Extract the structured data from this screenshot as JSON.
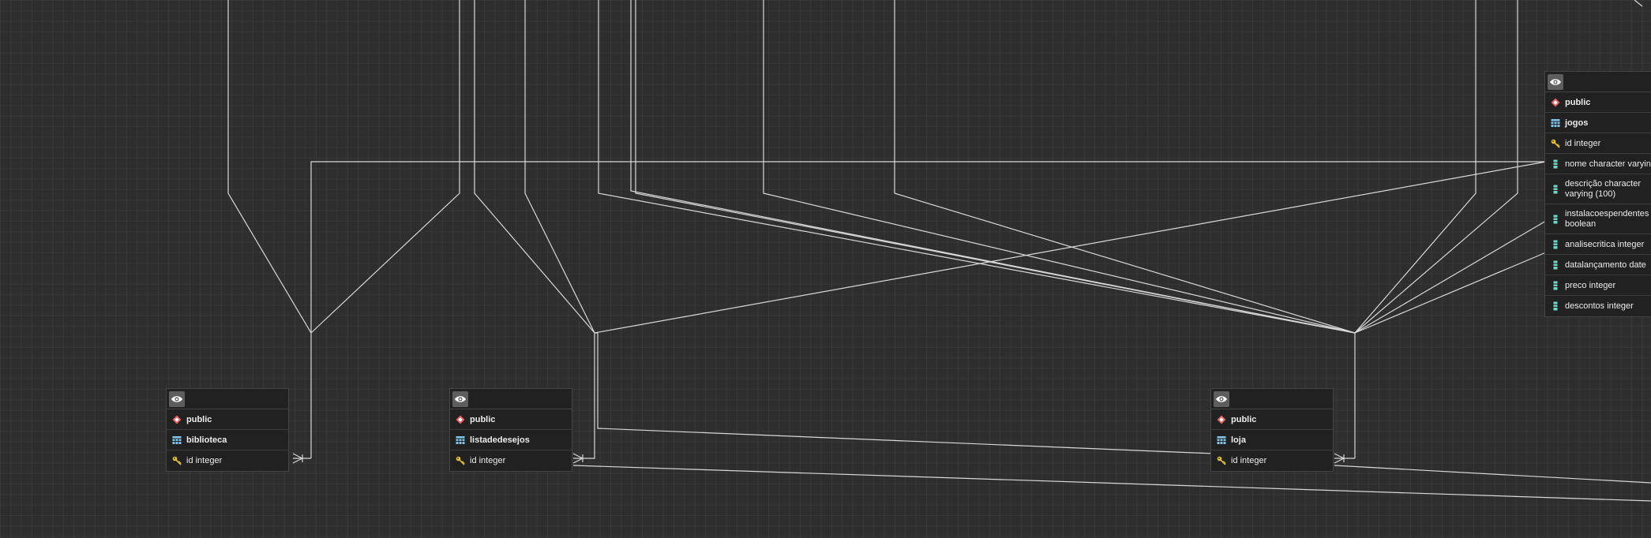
{
  "nodes": {
    "biblioteca": {
      "schema": "public",
      "table": "biblioteca",
      "columns": [
        "id integer"
      ]
    },
    "listadedesejos": {
      "schema": "public",
      "table": "listadedesejos",
      "columns": [
        "id integer"
      ]
    },
    "loja": {
      "schema": "public",
      "table": "loja",
      "columns": [
        "id integer"
      ]
    },
    "jogos": {
      "schema": "public",
      "table": "jogos",
      "columns": [
        "id integer",
        "nome character varying(",
        "descrição character varying (100)",
        "instalacoespendentes boolean",
        "analisecritica integer",
        "datalançamento date",
        "preco integer",
        "descontos integer"
      ]
    }
  },
  "colors": {
    "background": "#2e2e2e",
    "node_bg": "#212121",
    "edge": "#d8d8d8",
    "schema_icon": "#e45f5f",
    "table_icon": "#7ec4ec",
    "key_icon": "#e8c13a",
    "column_icon": "#6fd6c9"
  },
  "icons": [
    "eye-icon",
    "schema-icon",
    "table-icon",
    "key-icon",
    "column-icon"
  ]
}
